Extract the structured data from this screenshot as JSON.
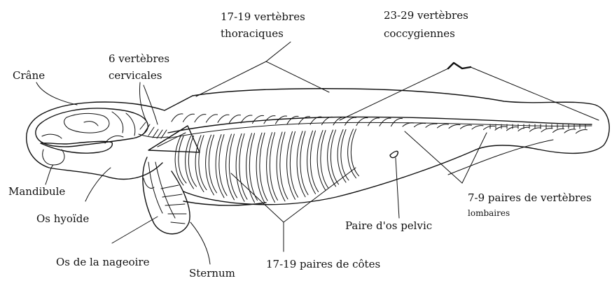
{
  "labels": {
    "crane": "Crâne",
    "cervicales_line1": "6 vertèbres",
    "cervicales_line2": "cervicales",
    "thoraciques_line1": "17-19 vertèbres",
    "thoraciques_line2": "thoraciques",
    "coccygiennes_line1": "23-29 vertèbres",
    "coccygiennes_line2": "coccygiennes",
    "mandibule": "Mandibule",
    "os_hyoide": "Os hyoïde",
    "os_nageoire": "Os de la nageoire",
    "sternum": "Sternum",
    "cotes": "17-19 paires de côtes",
    "pelvic": "Paire d'os pelvic",
    "lombaires_line1": "7-9 paires de vertèbres",
    "lombaires_line2": "lombaires"
  }
}
